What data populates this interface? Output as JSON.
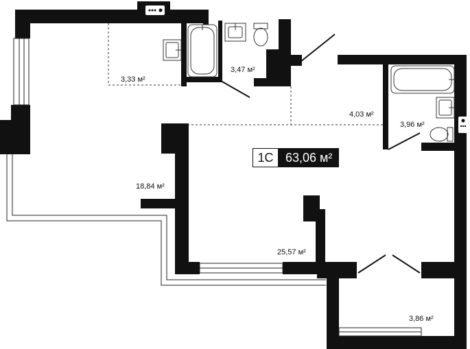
{
  "plan": {
    "apartment_type": "1C",
    "total_area": "63,06 м²",
    "rooms": [
      {
        "id": "storage",
        "area": "3,33 м²"
      },
      {
        "id": "bathroom-1",
        "area": "3,47 м²"
      },
      {
        "id": "hall",
        "area": "4,03 м²"
      },
      {
        "id": "bathroom-2",
        "area": "3,96 м²"
      },
      {
        "id": "kitchen-living",
        "area": "18,84 м²"
      },
      {
        "id": "bedroom",
        "area": "25,57 м²"
      },
      {
        "id": "balcony",
        "area": "3,86 м²"
      }
    ]
  },
  "colors": {
    "wall": "#111111",
    "background": "#ffffff",
    "line": "#222222"
  }
}
